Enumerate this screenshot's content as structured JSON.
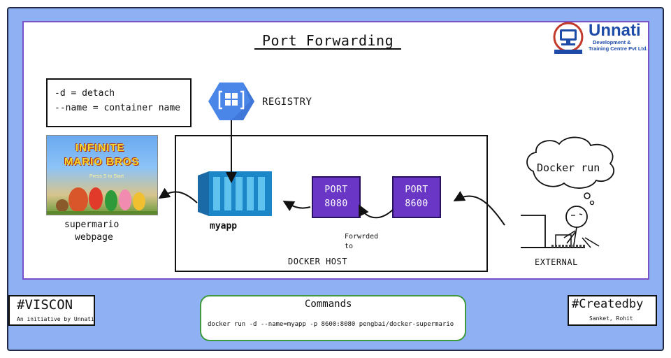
{
  "title": "Port Forwarding",
  "logo": {
    "name": "Unnati",
    "line1": "Development &",
    "line2": "Training Centre Pvt Ltd."
  },
  "info": {
    "line1": "-d = detach",
    "line2": "--name = container name"
  },
  "mario": {
    "title_line1": "INFINITE",
    "title_line2": "MARIO BROS",
    "press": "Press S to Start"
  },
  "supermario": {
    "line1": "supermario",
    "line2": "webpage"
  },
  "registry": {
    "label": "REGISTRY"
  },
  "host": {
    "label": "DOCKER HOST",
    "app_label": "myapp",
    "port_a": {
      "line1": "PORT",
      "line2": "8080"
    },
    "port_b": {
      "line1": "PORT",
      "line2": "8600"
    },
    "forward_line1": "Forwrded",
    "forward_line2": "to"
  },
  "external": {
    "cloud_text": "Docker run",
    "label": "EXTERNAL"
  },
  "footer": {
    "viscon_title": "#VISCON",
    "viscon_sub": "An initiative by Unnati",
    "commands_title": "Commands",
    "command": "docker run -d --name=myapp -p 8600:8080 pengbai/docker-supermario",
    "created_title": "#Createdby",
    "created_sub": "Sanket, Rohit"
  },
  "colors": {
    "background": "#8fb0f2",
    "canvas_border": "#7a52c8",
    "port_fill": "#6a36c6",
    "registry_blue": "#4a86e8",
    "container_blue": "#1b87c9",
    "command_border": "#3d9a3d"
  }
}
